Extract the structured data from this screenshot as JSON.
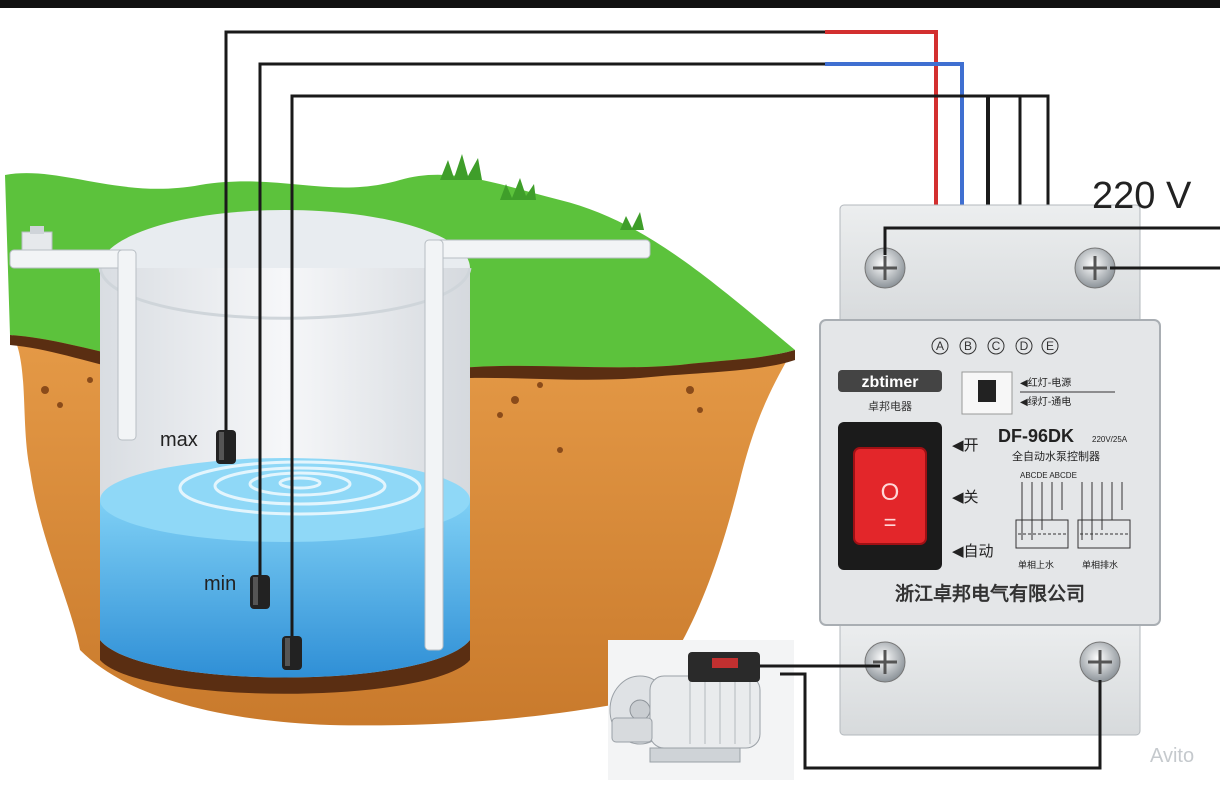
{
  "labels": {
    "voltage": "220 V",
    "probe_max": "max",
    "probe_min": "min"
  },
  "device": {
    "brand": "zbtimer",
    "brand_cn": "卓邦电器",
    "model": "DF-96DK",
    "rating": "220V/25A",
    "product_name": "全自动水泵控制器",
    "terminals": [
      "A",
      "B",
      "C",
      "D",
      "E"
    ],
    "indicator_red": "◀红灯-电源",
    "indicator_green": "◀绿灯-通电",
    "switch_on": "◀开",
    "switch_off": "◀关",
    "switch_auto": "◀自动",
    "switch_glyph_on": "O",
    "switch_glyph_off": "=",
    "terminal_row_label": "ABCDE ABCDE",
    "mode_supply": "单相上水",
    "mode_drain": "单相排水",
    "manufacturer": "浙江卓邦电气有限公司"
  },
  "watermark": "Avito",
  "colors": {
    "wire_red": "#d32f2f",
    "wire_blue": "#3f6fd1",
    "wire_black": "#1a1a1a",
    "wire_green": "#1b9a3a",
    "wire_yellow": "#e7d21b",
    "switch_red": "#e3262a",
    "grass": "#58c23a",
    "soil": "#d98a3a",
    "water": "#3aa6e0"
  }
}
